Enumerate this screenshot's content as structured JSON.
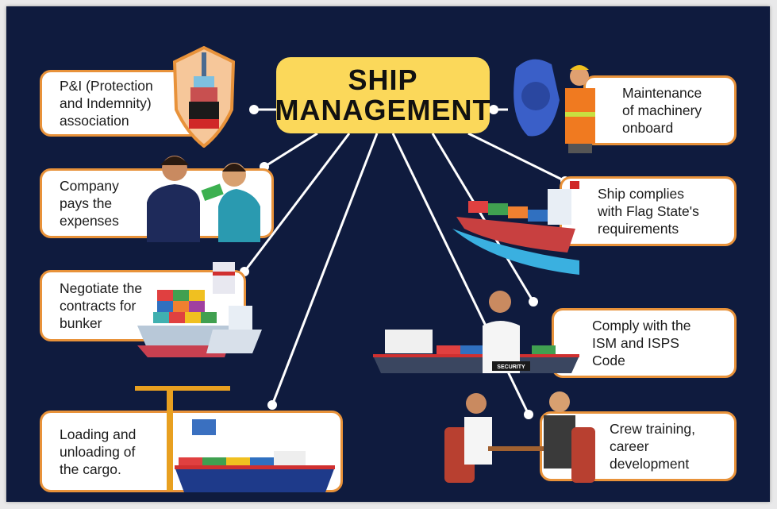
{
  "title": {
    "line1": "SHIP",
    "line2": "MANAGEMENT"
  },
  "left_items": [
    {
      "lines": [
        "P&I (Protection",
        "and Indemnity)",
        "association"
      ]
    },
    {
      "lines": [
        "Company",
        "pays the",
        "expenses"
      ]
    },
    {
      "lines": [
        "Negotiate the",
        "contracts for",
        "bunker"
      ]
    },
    {
      "lines": [
        "Loading and",
        "unloading of",
        "the cargo."
      ]
    }
  ],
  "right_items": [
    {
      "lines": [
        "Maintenance",
        "of machinery",
        "onboard"
      ]
    },
    {
      "lines": [
        "Ship complies",
        "with Flag State's",
        "requirements"
      ]
    },
    {
      "lines": [
        "Comply with the",
        "ISM and ISPS",
        "Code"
      ]
    },
    {
      "lines": [
        "Crew training,",
        "career",
        "development"
      ]
    }
  ],
  "badge": "SECURITY",
  "colors": {
    "background": "#0f1b3e",
    "title": "#fbd85a",
    "border": "#e8923a"
  }
}
